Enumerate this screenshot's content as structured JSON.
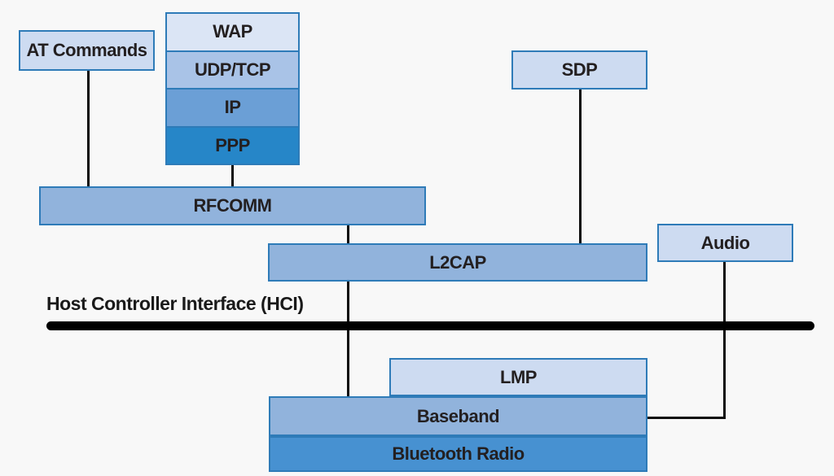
{
  "diagram": {
    "subject": "Bluetooth protocol stack",
    "boxes": {
      "at_commands": {
        "label": "AT Commands"
      },
      "wap": {
        "label": "WAP"
      },
      "udp_tcp": {
        "label": "UDP/TCP"
      },
      "ip": {
        "label": "IP"
      },
      "ppp": {
        "label": "PPP"
      },
      "sdp": {
        "label": "SDP"
      },
      "rfcomm": {
        "label": "RFCOMM"
      },
      "l2cap": {
        "label": "L2CAP"
      },
      "audio": {
        "label": "Audio"
      },
      "lmp": {
        "label": "LMP"
      },
      "baseband": {
        "label": "Baseband"
      },
      "bluetooth_radio": {
        "label": "Bluetooth Radio"
      }
    },
    "hci": {
      "label": "Host Controller Interface (HCI)"
    },
    "colors": {
      "background": "#f8f8f8",
      "light_fill": "#cddbf1",
      "wap_fill": "#dbe5f5",
      "udp_tcp_fill": "#a9c3e7",
      "ip_fill": "#6b9fd6",
      "ppp_fill": "#2686c8",
      "medium_fill": "#91b3dc",
      "radio_fill": "#4791d1",
      "box_border": "#2e7bb8",
      "connector": "#000000",
      "text": "#231f20"
    }
  }
}
